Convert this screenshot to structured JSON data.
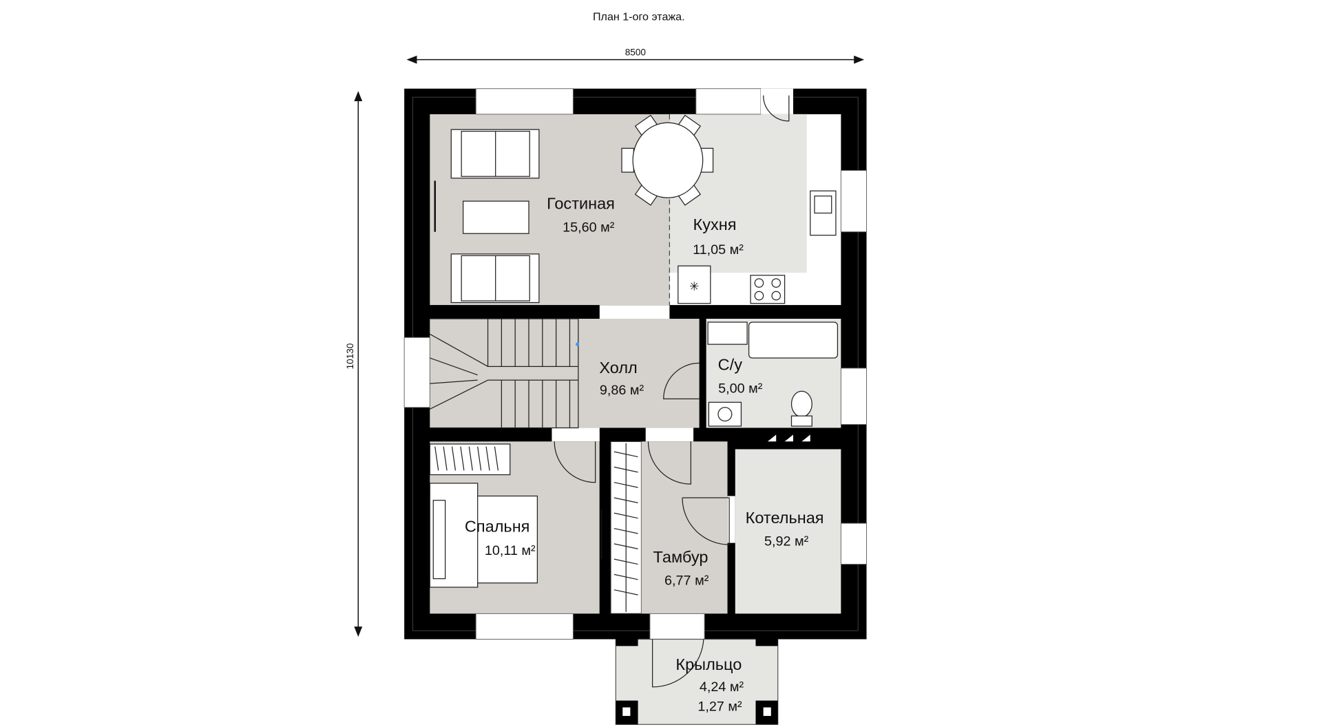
{
  "title": "План 1-ого этажа.",
  "dimensions": {
    "width": "8500",
    "height": "10130"
  },
  "colors": {
    "wall": "#000000",
    "wood_floor": "#d5d1cc",
    "tile_floor": "#e5e6e2"
  },
  "rooms": [
    {
      "name": "Гостиная",
      "area": "15,60 м²"
    },
    {
      "name": "Кухня",
      "area": "11,05 м²"
    },
    {
      "name": "Холл",
      "area": "9,86 м²"
    },
    {
      "name": "С/у",
      "area": "5,00 м²"
    },
    {
      "name": "Спальня",
      "area": "10,11 м²"
    },
    {
      "name": "Котельная",
      "area": "5,92 м²"
    },
    {
      "name": "Тамбур",
      "area": "6,77 м²"
    },
    {
      "name": "Крыльцо",
      "area": "4,24 м²",
      "area2": "1,27 м²"
    }
  ]
}
